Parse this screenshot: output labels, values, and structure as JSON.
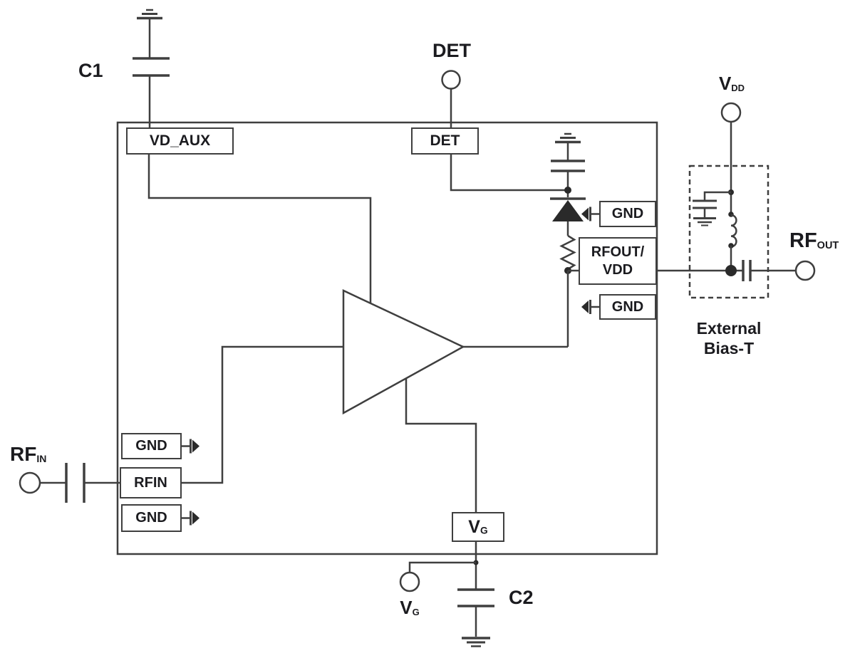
{
  "components": {
    "c1": "C1",
    "c2": "C2",
    "bias_t": {
      "line1": "External",
      "line2": "Bias-T"
    }
  },
  "ports": {
    "det": "DET",
    "vdd": {
      "main": "V",
      "sub": "DD"
    },
    "rf_out": {
      "main": "RF",
      "sub": "OUT"
    },
    "rf_in": {
      "main": "RF",
      "sub": "IN"
    },
    "vg": {
      "main": "V",
      "sub": "G"
    }
  },
  "pins": {
    "vd_aux": "VD_AUX",
    "det": "DET",
    "gnd_top_right": "GND",
    "rfout_vdd": {
      "line1": "RFOUT/",
      "line2": "VDD"
    },
    "gnd_bottom_right": "GND",
    "gnd_left_upper": "GND",
    "rfin": "RFIN",
    "gnd_left_lower": "GND",
    "vg": {
      "main": "V",
      "sub": "G"
    }
  },
  "icons": {
    "grounds": [
      "earth-ground-top-c1",
      "earth-ground-top-detector",
      "earth-ground-bias-t",
      "earth-ground-c2"
    ],
    "capacitors": [
      "c1",
      "detector-shunt",
      "c2",
      "bias-t-shunt",
      "rf-in-series",
      "rf-out-series"
    ],
    "other": [
      "diode",
      "resistor",
      "inductor",
      "amplifier-triangle",
      "gnd-pad-bond x4",
      "port-circle x5",
      "junction-dot x6"
    ]
  },
  "colors": {
    "wire": "#3f3f3f",
    "text": "#1b1b1f",
    "fill_dark": "#2a2a2a",
    "background": "#ffffff"
  }
}
